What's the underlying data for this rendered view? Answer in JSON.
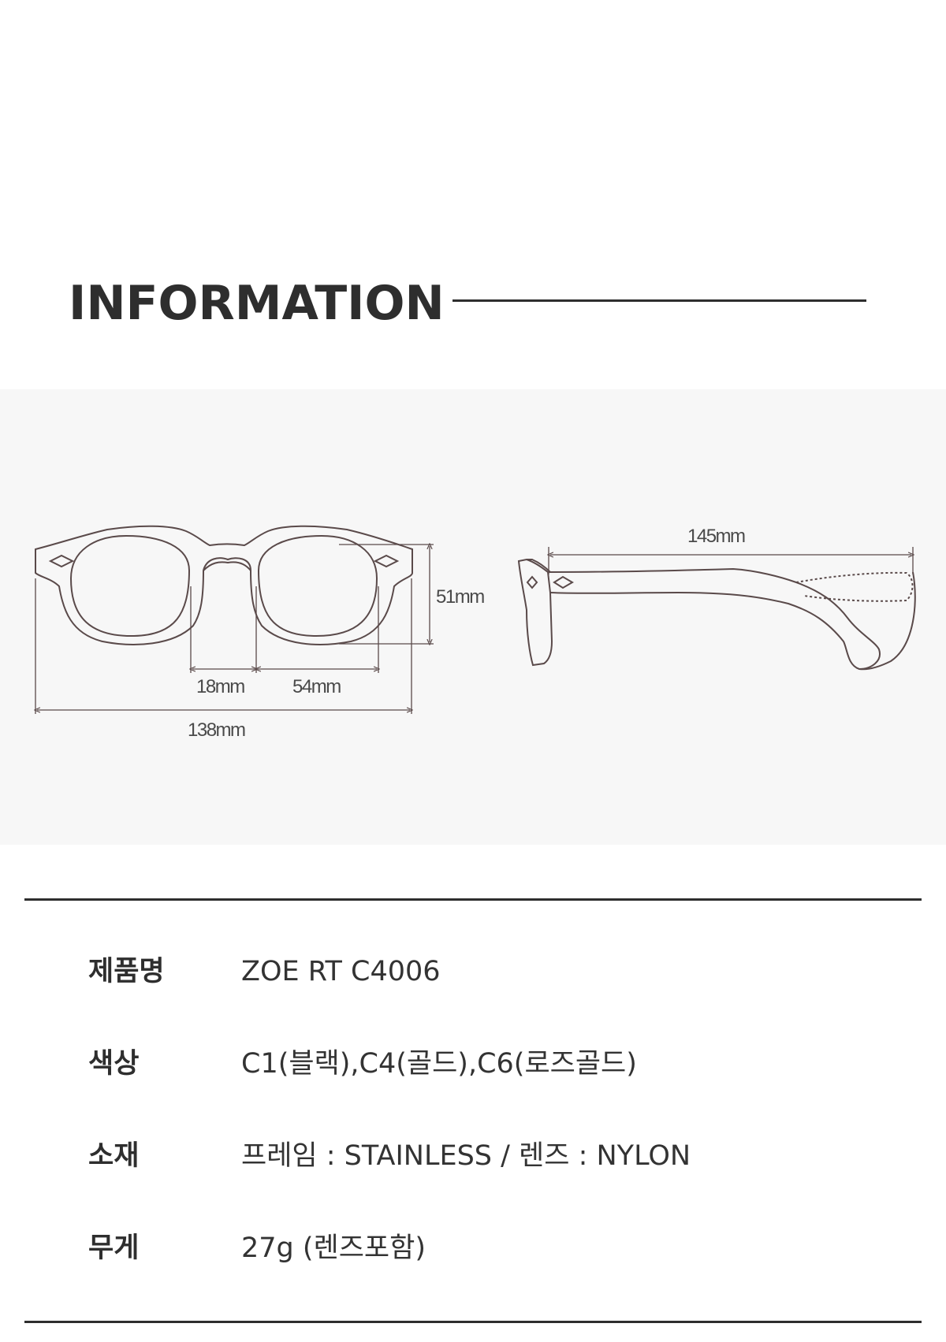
{
  "header": {
    "title": "INFORMATION"
  },
  "diagram": {
    "lens_height": "51mm",
    "bridge_width": "18mm",
    "lens_width": "54mm",
    "total_width": "138mm",
    "temple_length": "145mm"
  },
  "specs": [
    {
      "label": "제품명",
      "value": "ZOE RT C4006"
    },
    {
      "label": "색상",
      "value": "C1(블랙),C4(골드),C6(로즈골드)"
    },
    {
      "label": "소재",
      "value": "프레임 : STAINLESS / 렌즈 : NYLON"
    },
    {
      "label": "무게",
      "value": "27g (렌즈포함)"
    }
  ],
  "colors": {
    "text": "#333333",
    "heading": "#2e2e2e",
    "panel": "#f7f7f7",
    "line": "#5a4a4a"
  }
}
